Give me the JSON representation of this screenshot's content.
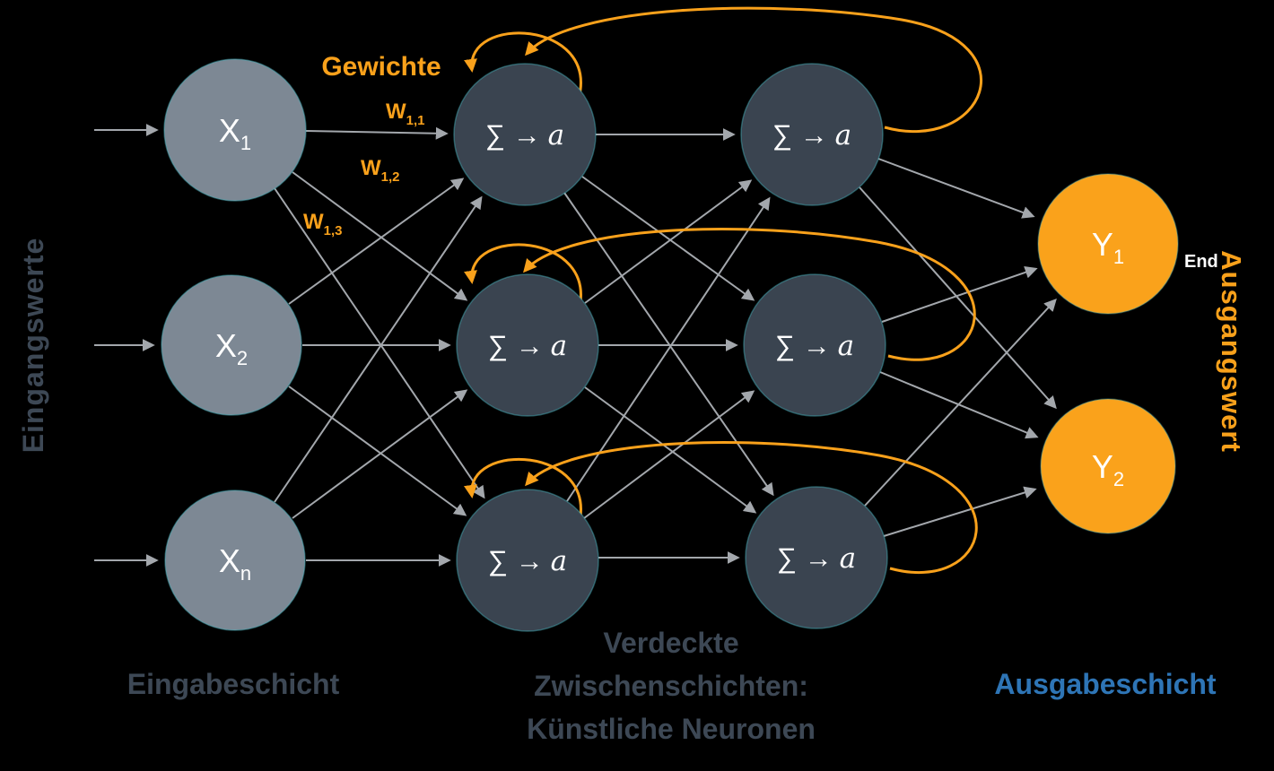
{
  "colors": {
    "background": "#000000",
    "input_node": "#7D8894",
    "hidden_node": "#3A4450",
    "output_node": "#FAA21B",
    "arrow_gray": "#A3A7AC",
    "accent_orange": "#F9A11B",
    "label_slate": "#3D4855",
    "label_blue": "#2E75B6",
    "node_text": "#FFFFFF"
  },
  "side_labels": {
    "left_vertical": "Eingangswerte",
    "right_vertical": "Ausgangswert"
  },
  "annotations": {
    "weights_title": "Gewichte",
    "end_marker": "End"
  },
  "weights": [
    {
      "main": "W",
      "sub": "1,1"
    },
    {
      "main": "W",
      "sub": "1,2"
    },
    {
      "main": "W",
      "sub": "1,3"
    }
  ],
  "nodes": {
    "inputs": [
      {
        "main": "X",
        "sub": "1"
      },
      {
        "main": "X",
        "sub": "2"
      },
      {
        "main": "X",
        "sub": "n"
      }
    ],
    "hidden_sum": "∑ →",
    "hidden_a": "a",
    "outputs": [
      {
        "main": "Y",
        "sub": "1"
      },
      {
        "main": "Y",
        "sub": "2"
      }
    ]
  },
  "captions": {
    "input_layer": "Eingabeschicht",
    "hidden_layer_line1": "Verdeckte",
    "hidden_layer_line2": "Zwischenschichten:",
    "hidden_layer_line3": "Künstliche Neuronen",
    "output_layer": "Ausgabeschicht"
  }
}
